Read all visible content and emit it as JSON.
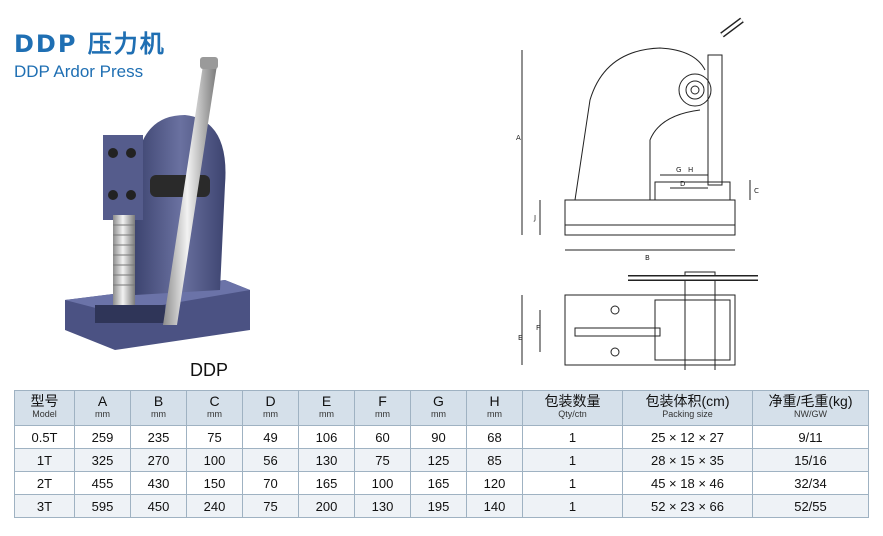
{
  "header": {
    "title": "DDP 压力机",
    "subtitle": "DDP Ardor Press"
  },
  "photo": {
    "caption": "DDP"
  },
  "drawing": {
    "dimension_labels": [
      "A",
      "B",
      "C",
      "D",
      "E",
      "F",
      "G",
      "H",
      "J"
    ]
  },
  "table": {
    "columns": [
      {
        "label": "型号",
        "sub": "Model"
      },
      {
        "label": "A",
        "sub": "mm"
      },
      {
        "label": "B",
        "sub": "mm"
      },
      {
        "label": "C",
        "sub": "mm"
      },
      {
        "label": "D",
        "sub": "mm"
      },
      {
        "label": "E",
        "sub": "mm"
      },
      {
        "label": "F",
        "sub": "mm"
      },
      {
        "label": "G",
        "sub": "mm"
      },
      {
        "label": "H",
        "sub": "mm"
      },
      {
        "label": "包装数量",
        "sub": "Qty/ctn"
      },
      {
        "label": "包装体积(cm)",
        "sub": "Packing size"
      },
      {
        "label": "净重/毛重(kg)",
        "sub": "NW/GW"
      }
    ],
    "rows": [
      [
        "0.5T",
        "259",
        "235",
        "75",
        "49",
        "106",
        "60",
        "90",
        "68",
        "1",
        "25 × 12 × 27",
        "9/11"
      ],
      [
        "1T",
        "325",
        "270",
        "100",
        "56",
        "130",
        "75",
        "125",
        "85",
        "1",
        "28 × 15 × 35",
        "15/16"
      ],
      [
        "2T",
        "455",
        "430",
        "150",
        "70",
        "165",
        "100",
        "165",
        "120",
        "1",
        "45 × 18 × 46",
        "32/34"
      ],
      [
        "3T",
        "595",
        "450",
        "240",
        "75",
        "200",
        "130",
        "195",
        "140",
        "1",
        "52 × 23 × 66",
        "52/55"
      ]
    ]
  },
  "colors": {
    "title": "#1f6fb3",
    "press_body": "#5a6190",
    "header_bg": "#d5e0ea"
  }
}
